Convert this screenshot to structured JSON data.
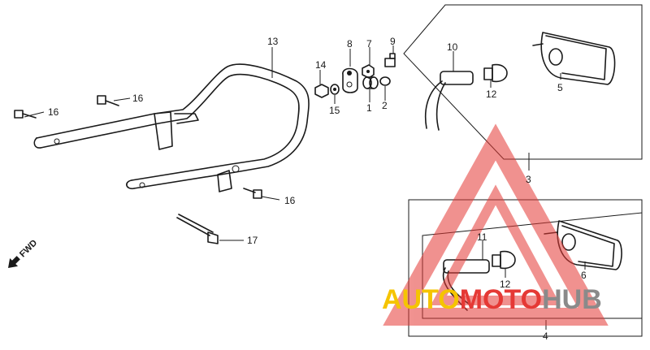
{
  "diagram": {
    "callouts": [
      {
        "id": "c1",
        "label": "1"
      },
      {
        "id": "c2",
        "label": "2"
      },
      {
        "id": "c3",
        "label": "3"
      },
      {
        "id": "c4",
        "label": "4"
      },
      {
        "id": "c5",
        "label": "5"
      },
      {
        "id": "c6",
        "label": "6"
      },
      {
        "id": "c7",
        "label": "7"
      },
      {
        "id": "c8",
        "label": "8"
      },
      {
        "id": "c9",
        "label": "9"
      },
      {
        "id": "c10",
        "label": "10"
      },
      {
        "id": "c11",
        "label": "11"
      },
      {
        "id": "c12a",
        "label": "12"
      },
      {
        "id": "c12b",
        "label": "12"
      },
      {
        "id": "c13",
        "label": "13"
      },
      {
        "id": "c14",
        "label": "14"
      },
      {
        "id": "c15",
        "label": "15"
      },
      {
        "id": "c16a",
        "label": "16"
      },
      {
        "id": "c16b",
        "label": "16"
      },
      {
        "id": "c16c",
        "label": "16"
      },
      {
        "id": "c17",
        "label": "17"
      }
    ],
    "direction_label": "FWD"
  },
  "watermark": {
    "part1": "AUTO",
    "part2": "MOTO",
    "part3": "HUB",
    "colors": {
      "red": "#e53935",
      "yellow": "#f5c400",
      "gray": "#8a8a8a"
    }
  }
}
